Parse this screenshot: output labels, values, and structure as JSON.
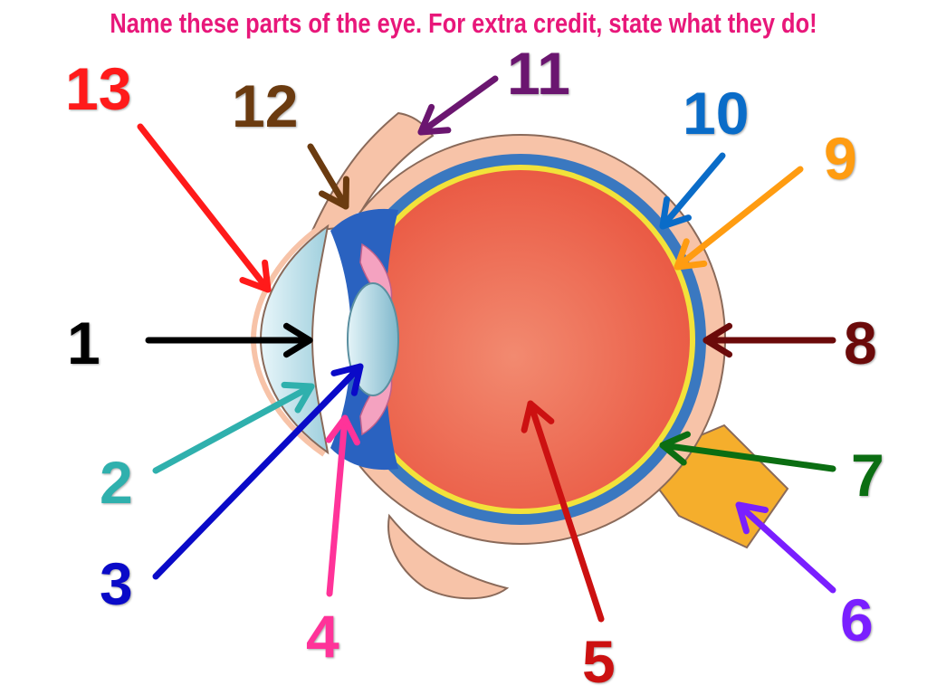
{
  "title": "Name these parts of the eye.  For extra credit, state what they do!",
  "title_color": "#e8177a",
  "labels": [
    {
      "id": "1",
      "text": "1",
      "color": "#000000"
    },
    {
      "id": "2",
      "text": "2",
      "color": "#2fb0ad"
    },
    {
      "id": "3",
      "text": "3",
      "color": "#0a0ac8"
    },
    {
      "id": "4",
      "text": "4",
      "color": "#ff3399"
    },
    {
      "id": "5",
      "text": "5",
      "color": "#cc1111"
    },
    {
      "id": "6",
      "text": "6",
      "color": "#7a1fff"
    },
    {
      "id": "7",
      "text": "7",
      "color": "#0b6e12"
    },
    {
      "id": "8",
      "text": "8",
      "color": "#6b0a0a"
    },
    {
      "id": "9",
      "text": "9",
      "color": "#ff9c11"
    },
    {
      "id": "10",
      "text": "10",
      "color": "#0a6cc8"
    },
    {
      "id": "11",
      "text": "11",
      "color": "#6b1670"
    },
    {
      "id": "12",
      "text": "12",
      "color": "#6b3b10"
    },
    {
      "id": "13",
      "text": "13",
      "color": "#ff1a1a"
    }
  ],
  "eye_colors": {
    "sclera": "#f7c3a8",
    "outline": "#8a6a5a",
    "choroid": "#3a78c0",
    "retina": "#f2e23a",
    "vitreous": "#f07a5a",
    "iris": "#2a62c0",
    "ciliary": "#f4a2c0",
    "lens": "#a9d6e4",
    "cornea": "#cfe7ee",
    "optic_nerve": "#f5ae2c"
  }
}
